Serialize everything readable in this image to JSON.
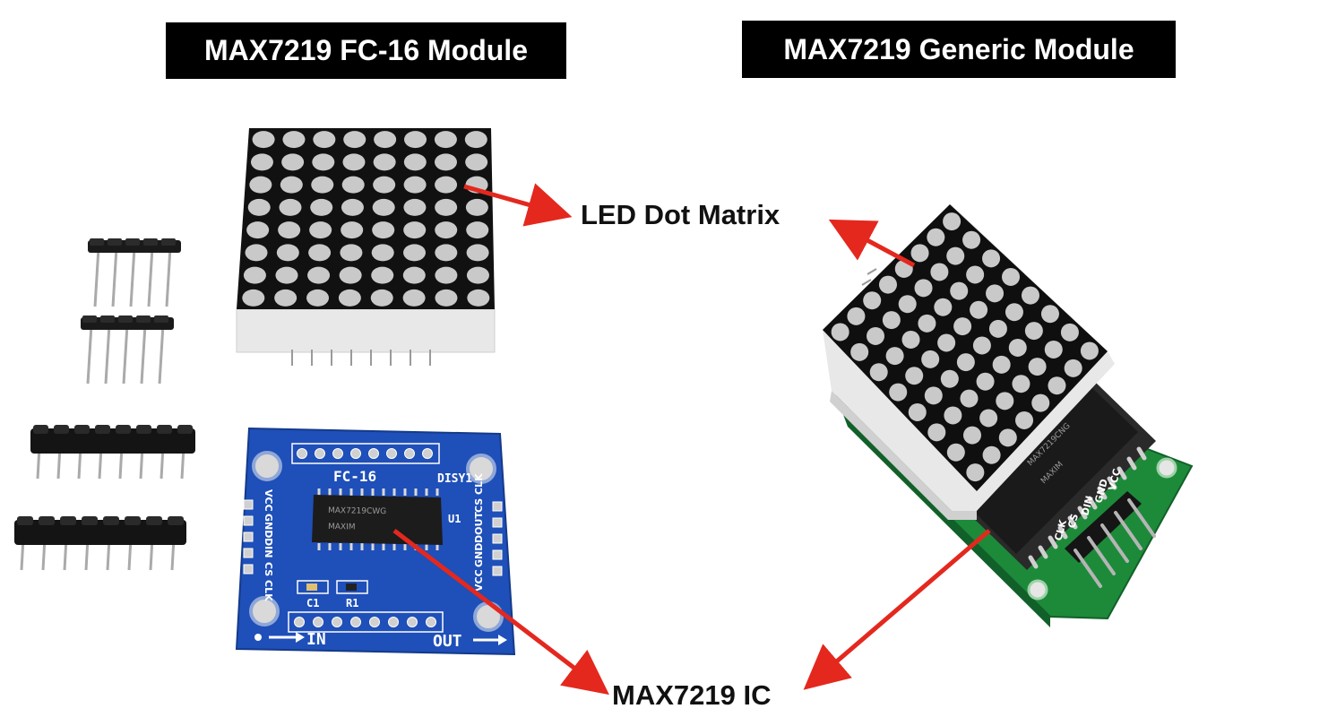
{
  "titles": {
    "left": "MAX7219 FC-16 Module",
    "right": "MAX7219 Generic Module"
  },
  "callouts": {
    "led_dot_matrix": "LED Dot Matrix",
    "max7219_ic": "MAX7219 IC"
  },
  "fc16_board": {
    "name": "FC-16",
    "ref": "DISY1",
    "chip_ref": "U1",
    "cap": "C1",
    "res": "R1",
    "in_label": "IN",
    "out_label": "OUT",
    "left_pins": [
      "VCC",
      "GND",
      "DIN",
      "CS",
      "CLK"
    ],
    "right_pins": [
      "VCC",
      "GND",
      "DOUT",
      "CS",
      "CLK"
    ]
  },
  "generic_board": {
    "pins": [
      "VCC",
      "GND",
      "DIN",
      "CS",
      "CLK"
    ]
  },
  "colors": {
    "arrow": "#e4281e",
    "fc16_pcb": "#1f4fb8",
    "generic_pcb": "#1d8a3a",
    "led_off": "#c9c9c9",
    "matrix_body": "#0d0d0d"
  }
}
